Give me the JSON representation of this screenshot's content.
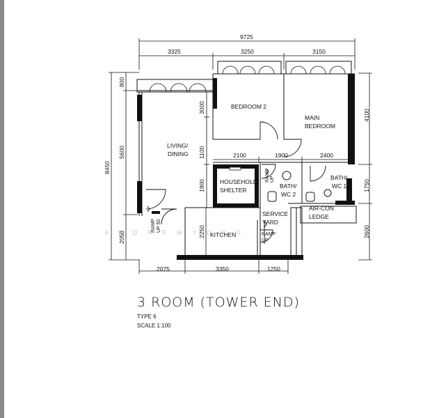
{
  "title": "3 ROOM (TOWER END)",
  "type_label": "TYPE 6",
  "scale_label": "SCALE  1:100",
  "watermark": "A N D R E W  Y O N G",
  "dimensions": {
    "overall_width": "9725",
    "top_segments": [
      "3325",
      "3250",
      "3150"
    ],
    "bottom_segments": [
      "2075",
      "3350",
      "1250"
    ],
    "left_overall": "8450",
    "left_segments": [
      "800",
      "5600",
      "2050"
    ],
    "right_segments": [
      "4100",
      "1750",
      "2600"
    ],
    "interior": {
      "bedroom2_depth": "3000",
      "corridor_left": "1100",
      "shelter_depth": "1900",
      "kitchen_depth": "2250",
      "shelter_width": "2100",
      "corridor_mid": "1900",
      "corridor_right": "2400"
    }
  },
  "rooms": {
    "bedroom2": "BEDROOM  2",
    "main_bedroom_1": "MAIN",
    "main_bedroom_2": "BEDROOM",
    "living_1": "LIVING/",
    "living_2": "DINING",
    "shelter_1": "HOUSEHOLD",
    "shelter_2": "SHELTER",
    "kitchen": "KITCHEN",
    "service_1": "SERVICE",
    "service_2": "YARD",
    "bath2_1": "BATH/",
    "bath2_2": "WC  2",
    "bath1_1": "BATH/",
    "bath1_2": "WC  1",
    "aircon_1": "AIR-CON",
    "aircon_2": "LEDGE"
  },
  "ramps": {
    "entrance_1": "RAMP",
    "entrance_2": "UP  50",
    "bath2_1": "RAMP",
    "bath2_2": "UP",
    "service_1": "RAMP",
    "service_2": "UP"
  }
}
